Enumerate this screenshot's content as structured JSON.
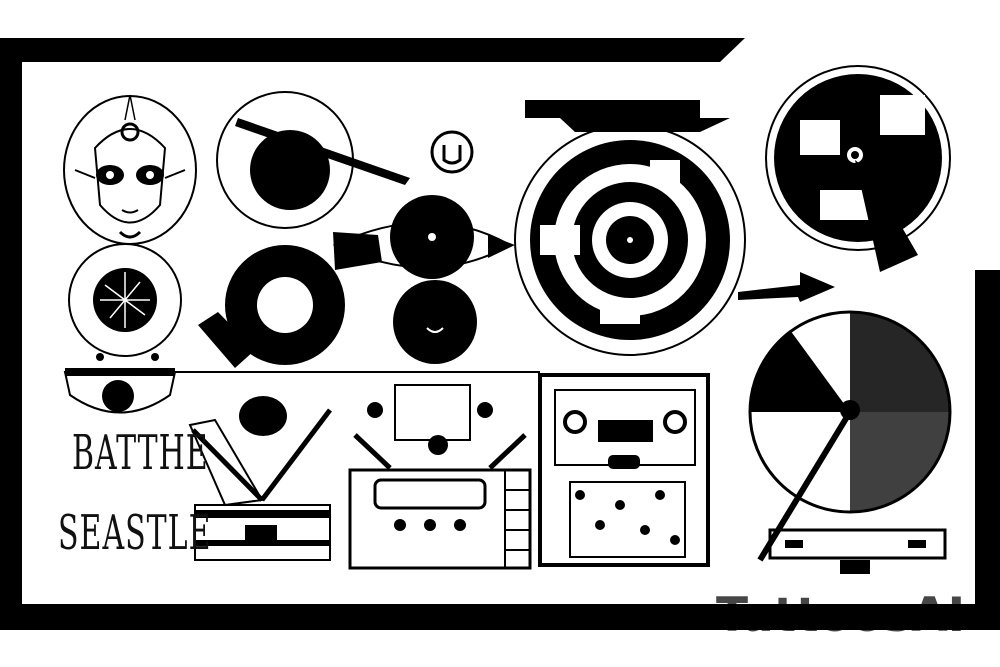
{
  "image": {
    "background_color": "#ffffff",
    "ink_color": "#000000",
    "caption_lines": [
      "BATTHE",
      "SEASTLE"
    ],
    "watermark_text": "TattoosAI"
  },
  "icons": [
    "frame-border",
    "face-portrait-icon",
    "vinyl-disc-with-tonearm-icon",
    "small-speaker-icon",
    "large-turntable-icon",
    "spoked-disc-icon",
    "record-player-with-lamp-icon",
    "cassette-deck-icon",
    "stereo-cabinet-icon",
    "rotary-record-player-icon",
    "arrow-icon"
  ]
}
